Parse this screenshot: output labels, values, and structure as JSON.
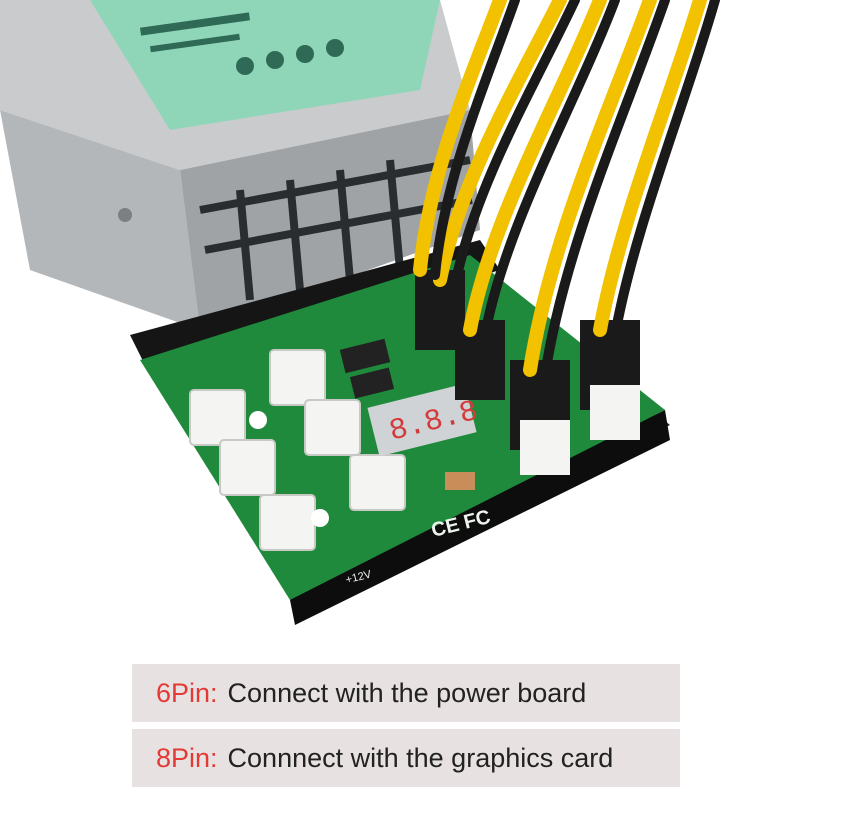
{
  "board": {
    "display_digits": "8.8.8",
    "silk_voltage": "+12V",
    "cert_marks": "CE FC"
  },
  "labels": [
    {
      "tag": "6Pin:",
      "text": "Connect with the power board"
    },
    {
      "tag": "8Pin:",
      "text": "Connnect with the graphics card"
    }
  ],
  "colors": {
    "tag": "#e53935",
    "bar_bg": "#e7e1e1",
    "pcb": "#1f8a3c",
    "wire_yellow": "#f2c200",
    "wire_black": "#1a1a1a"
  }
}
